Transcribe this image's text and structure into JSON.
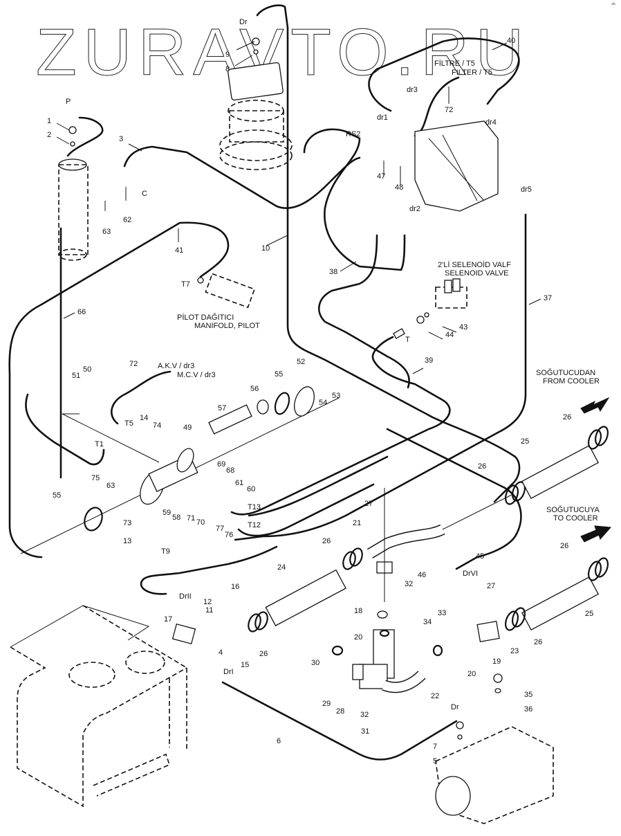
{
  "watermark": "ZURAVTO.RU",
  "annotations": {
    "filter_t5_tr": "FİLTRE / T5",
    "filter_t5_en": "FILTER / T5",
    "pilot_manifold_tr": "PİLOT DAĞITICI",
    "pilot_manifold_en": "MANIFOLD, PILOT",
    "solenoid_tr": "2'Lİ SELENOİD VALF",
    "solenoid_en": "SELENOID VALVE",
    "akv_dr3": "A.K.V / dr3",
    "mcv_dr3": "M.C.V / dr3",
    "from_cooler_tr": "SOĞUTUCUDAN",
    "from_cooler_en": "FROM COOLER",
    "to_cooler_tr": "SOĞUTUCUYA",
    "to_cooler_en": "TO COOLER"
  },
  "ports": {
    "P": "P",
    "C": "C",
    "Dr_top": "Dr",
    "Dr_bottom": "Dr",
    "dr1": "dr1",
    "dr2": "dr2",
    "dr3": "dr3",
    "dr4": "dr4",
    "dr5": "dr5",
    "RS2": "RS2",
    "T": "T",
    "T1": "T1",
    "T5": "T5",
    "T7": "T7",
    "T9": "T9",
    "T12": "T12",
    "T13": "T13",
    "DrI": "DrI",
    "DrII": "DrII",
    "DrVI": "DrVI"
  },
  "part_numbers": {
    "p1": "1",
    "p2": "2",
    "p3": "3",
    "p4": "4",
    "p5": "5",
    "p6": "6",
    "p7": "7",
    "p8": "8",
    "p9": "9",
    "p10": "10",
    "p11": "11",
    "p12": "12",
    "p13": "13",
    "p14": "14",
    "p15": "15",
    "p16": "16",
    "p17": "17",
    "p18": "18",
    "p19": "19",
    "p20a": "20",
    "p20b": "20",
    "p21": "21",
    "p22": "22",
    "p23": "23",
    "p24": "24",
    "p25a": "25",
    "p25b": "25",
    "p26a": "26",
    "p26b": "26",
    "p26c": "26",
    "p26d": "26",
    "p26e": "26",
    "p26f": "26",
    "p27a": "27",
    "p27b": "27",
    "p28": "28",
    "p29": "29",
    "p30": "30",
    "p31": "31",
    "p32a": "32",
    "p32b": "32",
    "p33": "33",
    "p34": "34",
    "p35": "35",
    "p36": "36",
    "p37": "37",
    "p38": "38",
    "p39": "39",
    "p40": "40",
    "p41": "41",
    "p43": "43",
    "p44": "44",
    "p45": "45",
    "p46": "46",
    "p47": "47",
    "p48": "48",
    "p49": "49",
    "p50": "50",
    "p51": "51",
    "p52": "52",
    "p53": "53",
    "p54": "54",
    "p55a": "55",
    "p55b": "55",
    "p56": "56",
    "p57": "57",
    "p58": "58",
    "p59": "59",
    "p60": "60",
    "p61": "61",
    "p62": "62",
    "p63a": "63",
    "p63b": "63",
    "p66": "66",
    "p68": "68",
    "p69": "69",
    "p70": "70",
    "p71": "71",
    "p72a": "72",
    "p72b": "72",
    "p73": "73",
    "p74": "74",
    "p75": "75",
    "p76": "76",
    "p77": "77"
  }
}
